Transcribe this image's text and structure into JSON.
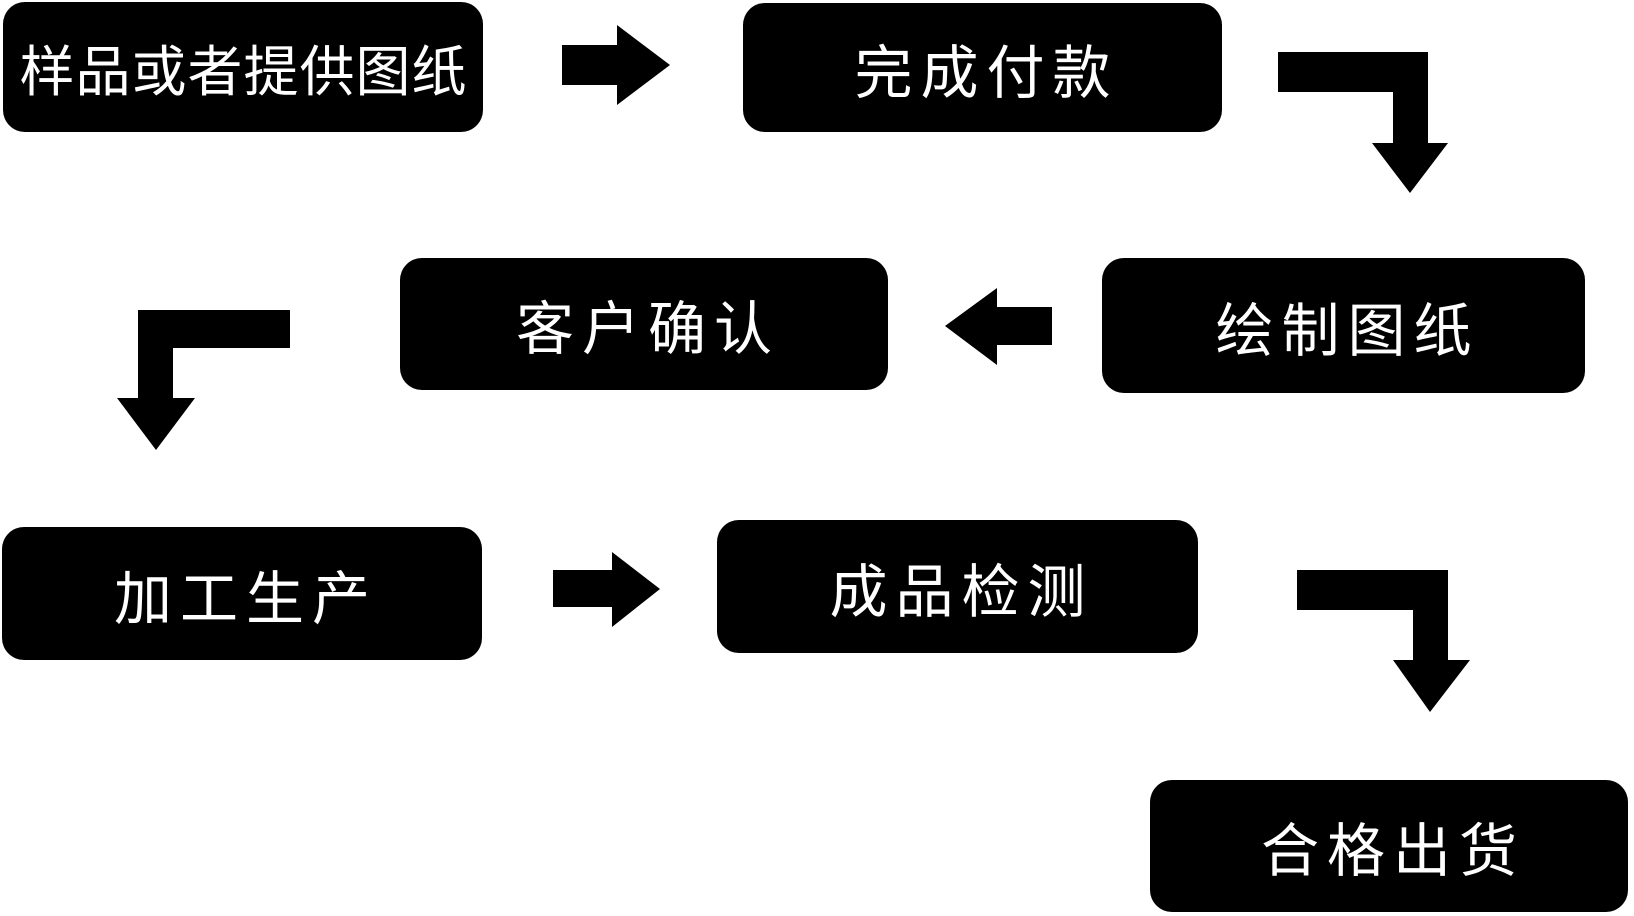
{
  "diagram": {
    "title": "production-process-flowchart",
    "colors": {
      "background": "#ffffff",
      "node_fill": "#000000",
      "node_text": "#ffffff",
      "arrow_fill": "#000000"
    },
    "nodes": [
      {
        "id": "step-1",
        "label": "样品或者提供图纸"
      },
      {
        "id": "step-2",
        "label": "完成付款"
      },
      {
        "id": "step-3",
        "label": "绘制图纸"
      },
      {
        "id": "step-4",
        "label": "客户确认"
      },
      {
        "id": "step-5",
        "label": "加工生产"
      },
      {
        "id": "step-6",
        "label": "成品检测"
      },
      {
        "id": "step-7",
        "label": "合格出货"
      }
    ],
    "edges": [
      {
        "from": "step-1",
        "to": "step-2",
        "shape": "straight-right"
      },
      {
        "from": "step-2",
        "to": "step-3",
        "shape": "elbow-right-down"
      },
      {
        "from": "step-3",
        "to": "step-4",
        "shape": "straight-left"
      },
      {
        "from": "step-4",
        "to": "step-5",
        "shape": "elbow-left-down"
      },
      {
        "from": "step-5",
        "to": "step-6",
        "shape": "straight-right"
      },
      {
        "from": "step-6",
        "to": "step-7",
        "shape": "elbow-right-down"
      }
    ]
  }
}
